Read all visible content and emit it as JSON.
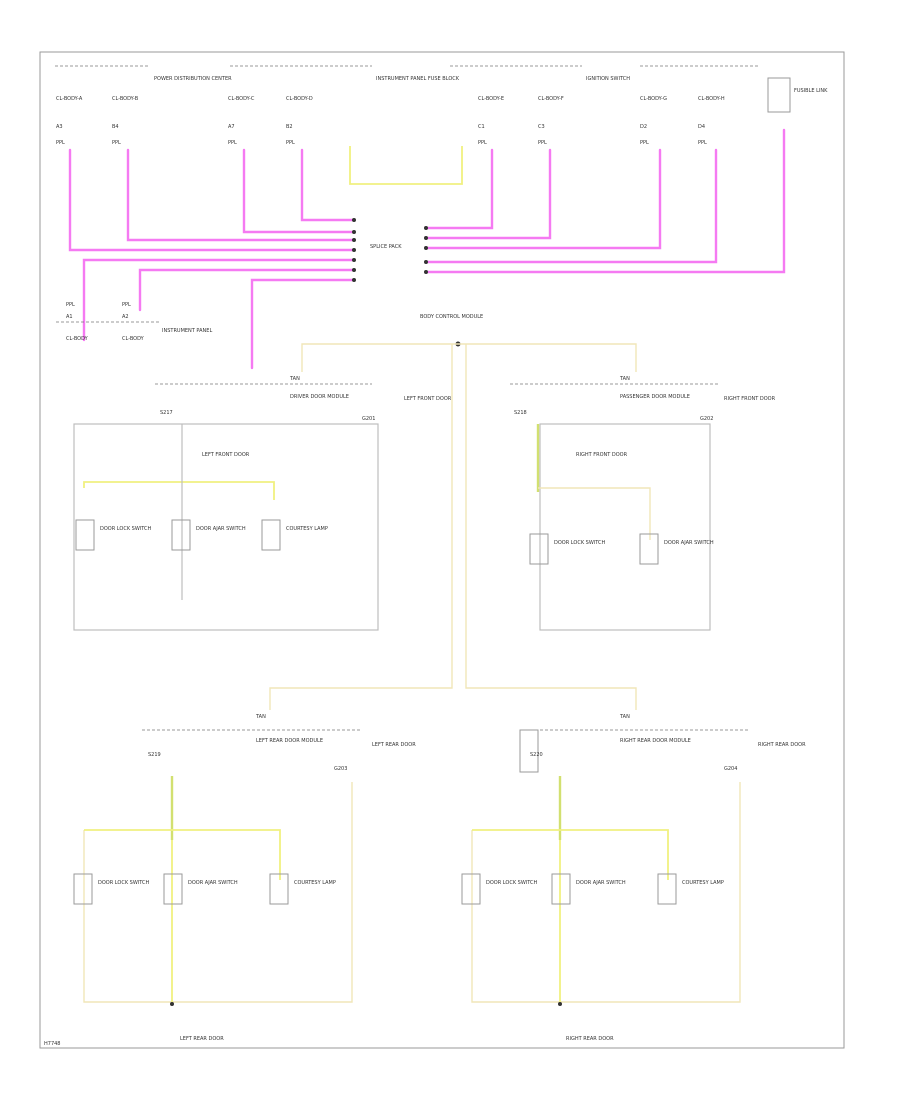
{
  "diagram": {
    "footer_code": "H7748",
    "top_connectors": [
      {
        "name": "CL-BODY-A",
        "pin": "A3",
        "wire": "PPL"
      },
      {
        "name": "CL-BODY-B",
        "pin": "B4",
        "wire": "PPL"
      },
      {
        "name": "CL-BODY-C",
        "pin": "A7",
        "wire": "PPL"
      },
      {
        "name": "CL-BODY-D",
        "pin": "B2",
        "wire": "PPL"
      },
      {
        "name": "CL-BODY-E",
        "pin": "C1",
        "wire": "PPL"
      },
      {
        "name": "CL-BODY-F",
        "pin": "C3",
        "wire": "PPL"
      },
      {
        "name": "CL-BODY-G",
        "pin": "D2",
        "wire": "PPL"
      },
      {
        "name": "CL-BODY-H",
        "pin": "D4",
        "wire": "PPL"
      }
    ],
    "top_descriptions": [
      "POWER DISTRIBUTION CENTER",
      "INSTRUMENT PANEL FUSE BLOCK",
      "IGNITION SWITCH",
      "FUSIBLE LINK"
    ],
    "splice_center": "SPLICE PACK",
    "lower_left_connectors": [
      {
        "name": "CL-BODY",
        "wire": "PPL",
        "pin": "A1"
      },
      {
        "name": "CL-BODY",
        "wire": "PPL",
        "pin": "A2"
      }
    ],
    "lower_left_note": "INSTRUMENT PANEL",
    "center_module": "BODY CONTROL MODULE",
    "door_modules": [
      {
        "position": "front-left",
        "connector": "S217",
        "module_label": "DRIVER DOOR MODULE",
        "description": "LEFT FRONT DOOR",
        "wire_label": "TAN",
        "ground": "G201",
        "ground_note": "LEFT FRONT DOOR",
        "switches": [
          "DOOR LOCK SWITCH",
          "DOOR AJAR SWITCH",
          "COURTESY LAMP"
        ]
      },
      {
        "position": "front-right",
        "connector": "S218",
        "module_label": "PASSENGER DOOR MODULE",
        "description": "RIGHT FRONT DOOR",
        "wire_label": "TAN",
        "ground": "G202",
        "ground_note": "RIGHT FRONT DOOR",
        "switches": [
          "DOOR LOCK SWITCH",
          "DOOR AJAR SWITCH"
        ]
      },
      {
        "position": "rear-left",
        "connector": "S219",
        "module_label": "LEFT REAR DOOR MODULE",
        "description": "LEFT REAR DOOR",
        "wire_label": "TAN",
        "ground": "G203",
        "ground_note": "LEFT REAR DOOR",
        "switches": [
          "DOOR LOCK SWITCH",
          "DOOR AJAR SWITCH",
          "COURTESY LAMP"
        ]
      },
      {
        "position": "rear-right",
        "connector": "S220",
        "module_label": "RIGHT REAR DOOR MODULE",
        "description": "RIGHT REAR DOOR",
        "wire_label": "TAN",
        "ground": "G204",
        "ground_note": "RIGHT REAR DOOR",
        "switches": [
          "DOOR LOCK SWITCH",
          "DOOR AJAR SWITCH",
          "COURTESY LAMP"
        ]
      }
    ],
    "colors": {
      "pink_wire": "#f57af2",
      "yellow_wire": "#f0f080",
      "pale_wire": "#f1e6b8",
      "gray_wire": "#bdbdbd",
      "frame": "#9a9a9a"
    }
  }
}
